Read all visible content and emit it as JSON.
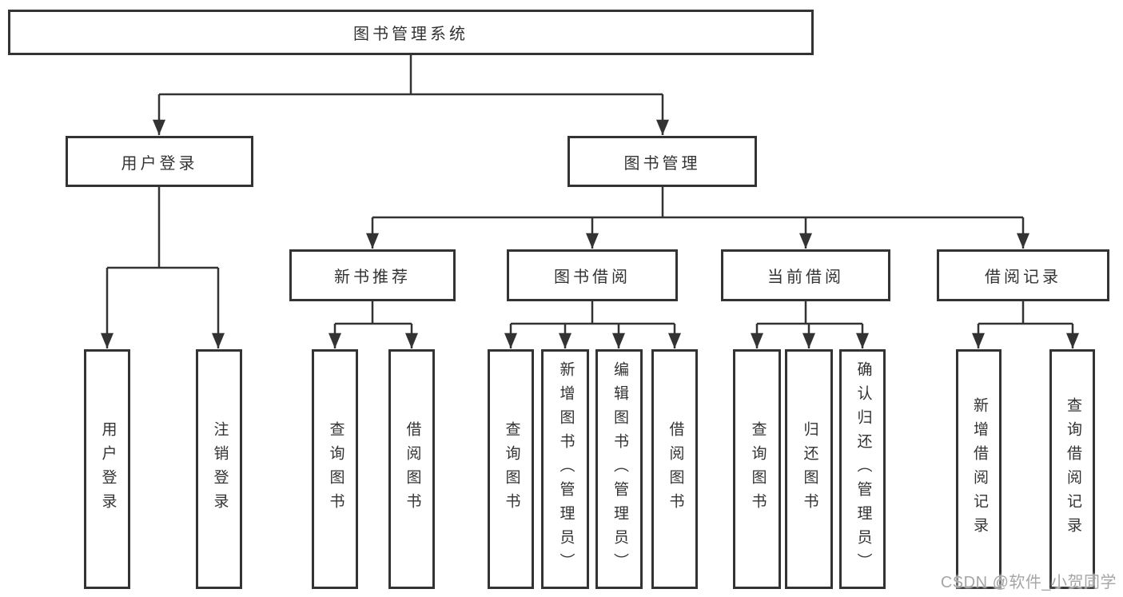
{
  "diagram": {
    "title": "图书管理系统",
    "tree": {
      "label": "图书管理系统",
      "children": [
        {
          "label": "用户登录",
          "children": [
            {
              "label": "用户登录"
            },
            {
              "label": "注销登录"
            }
          ]
        },
        {
          "label": "图书管理",
          "children": [
            {
              "label": "新书推荐",
              "children": [
                {
                  "label": "查询图书"
                },
                {
                  "label": "借阅图书"
                }
              ]
            },
            {
              "label": "图书借阅",
              "children": [
                {
                  "label": "查询图书"
                },
                {
                  "label": "新增图书（管理员）"
                },
                {
                  "label": "编辑图书（管理员）"
                },
                {
                  "label": "借阅图书"
                }
              ]
            },
            {
              "label": "当前借阅",
              "children": [
                {
                  "label": "查询图书"
                },
                {
                  "label": "归还图书"
                },
                {
                  "label": "确认归还（管理员）"
                }
              ]
            },
            {
              "label": "借阅记录",
              "children": [
                {
                  "label": "新增借阅记录"
                },
                {
                  "label": "查询借阅记录"
                }
              ]
            }
          ]
        }
      ]
    }
  },
  "watermark": {
    "text": "CSDN @软件_小贺同学"
  },
  "colors": {
    "line": "#333333",
    "box_border": "#333333",
    "text": "#333333",
    "watermark": "#a6a6a6",
    "background": "#ffffff"
  }
}
